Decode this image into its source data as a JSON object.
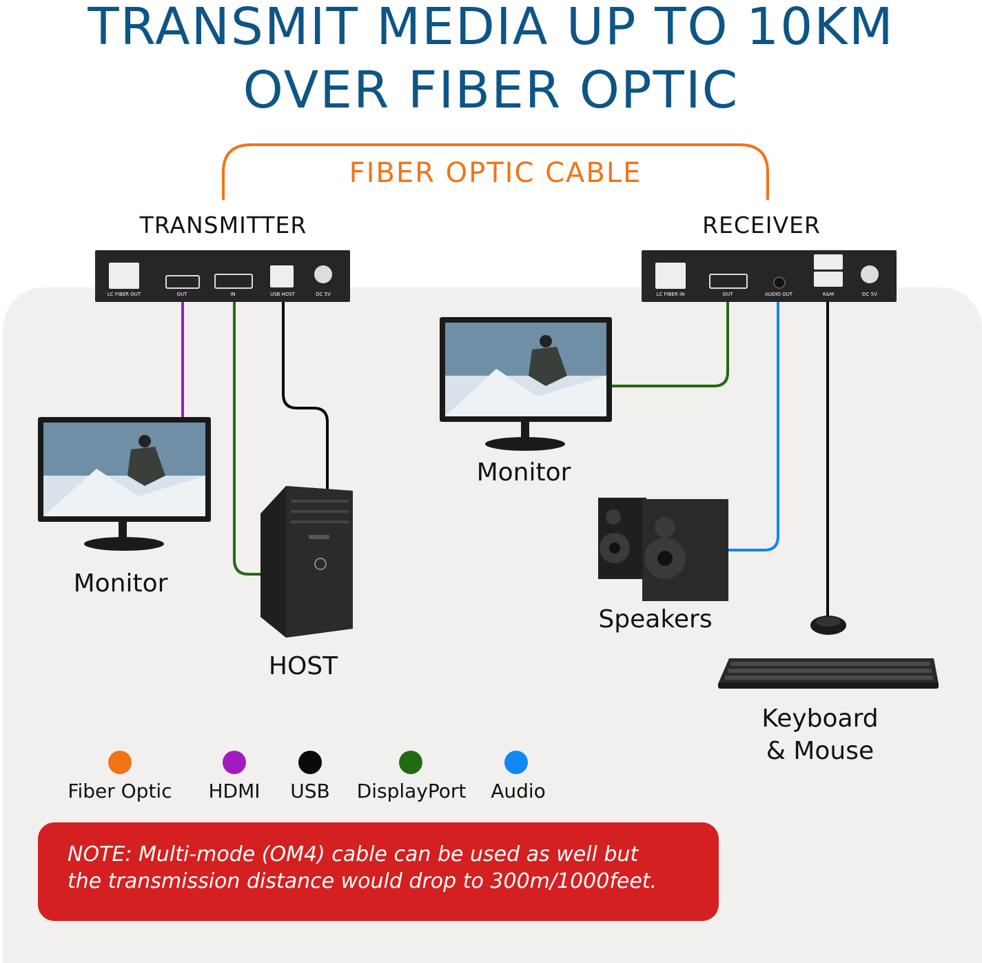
{
  "title": {
    "line1": "TRANSMIT MEDIA UP TO 10KM",
    "line2": "OVER FIBER OPTIC"
  },
  "fiber_cable_label": "FIBER OPTIC CABLE",
  "transmitter": {
    "label": "TRANSMITTER",
    "ports": [
      "LC FIBER OUT",
      "OUT",
      "IN",
      "USB HOST",
      "DC 5V"
    ]
  },
  "receiver": {
    "label": "RECEIVER",
    "ports": [
      "LC FIBER IN",
      "OUT",
      "AUDIO OUT",
      "K&M",
      "DC 5V"
    ]
  },
  "devices": {
    "tx_monitor": "Monitor",
    "host": "HOST",
    "rx_monitor": "Monitor",
    "speakers": "Speakers",
    "keyboard_mouse_line1": "Keyboard",
    "keyboard_mouse_line2": "& Mouse"
  },
  "legend": [
    {
      "label": "Fiber Optic",
      "color": "#f47216"
    },
    {
      "label": "HDMI",
      "color": "#a21bc0"
    },
    {
      "label": "USB",
      "color": "#0a0a0a"
    },
    {
      "label": "DisplayPort",
      "color": "#236a12"
    },
    {
      "label": "Audio",
      "color": "#1188f2"
    }
  ],
  "note": {
    "line1": "NOTE: Multi-mode (OM4) cable can be used as well but",
    "line2": "the transmission distance would drop to 300m/1000feet."
  },
  "colors": {
    "title": "#0d5585",
    "fiber": "#f47216",
    "hdmi": "#a21bc0",
    "usb": "#0a0a0a",
    "displayport": "#236a12",
    "audio": "#1188f2",
    "note_bg": "#d42020"
  }
}
